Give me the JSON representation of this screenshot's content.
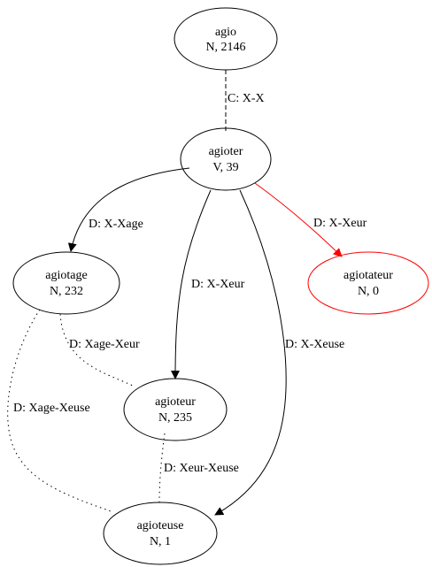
{
  "nodes": [
    {
      "id": "agio",
      "word": "agio",
      "info": "N, 2146",
      "color": "#000000"
    },
    {
      "id": "agioter",
      "word": "agioter",
      "info": "V, 39",
      "color": "#000000"
    },
    {
      "id": "agiotage",
      "word": "agiotage",
      "info": "N, 232",
      "color": "#000000"
    },
    {
      "id": "agiotateur",
      "word": "agiotateur",
      "info": "N, 0",
      "color": "#ff0000"
    },
    {
      "id": "agioteur",
      "word": "agioteur",
      "info": "N, 235",
      "color": "#000000"
    },
    {
      "id": "agioteuse",
      "word": "agioteuse",
      "info": "N, 1",
      "color": "#000000"
    }
  ],
  "edges": [
    {
      "id": "agio-agioter",
      "from": "agio",
      "to": "agioter",
      "label": "C: X-X",
      "style": "dashed",
      "color": "#000000",
      "arrow": false
    },
    {
      "id": "agioter-agiotage",
      "from": "agioter",
      "to": "agiotage",
      "label": "D: X-Xage",
      "style": "solid",
      "color": "#000000",
      "arrow": true
    },
    {
      "id": "agioter-agioteur",
      "from": "agioter",
      "to": "agioteur",
      "label": "D: X-Xeur",
      "style": "solid",
      "color": "#000000",
      "arrow": true
    },
    {
      "id": "agioter-agiotateur",
      "from": "agioter",
      "to": "agiotateur",
      "label": "D: X-Xeur",
      "style": "solid",
      "color": "#ff0000",
      "arrow": true
    },
    {
      "id": "agioter-agioteuse",
      "from": "agioter",
      "to": "agioteuse",
      "label": "D: X-Xeuse",
      "style": "solid",
      "color": "#000000",
      "arrow": true
    },
    {
      "id": "agiotage-agioteur",
      "from": "agiotage",
      "to": "agioteur",
      "label": "D: Xage-Xeur",
      "style": "dotted",
      "color": "#000000",
      "arrow": false
    },
    {
      "id": "agiotage-agioteuse",
      "from": "agiotage",
      "to": "agioteuse",
      "label": "D: Xage-Xeuse",
      "style": "dotted",
      "color": "#000000",
      "arrow": false
    },
    {
      "id": "agioteur-agioteuse",
      "from": "agioteur",
      "to": "agioteuse",
      "label": "D: Xeur-Xeuse",
      "style": "dotted",
      "color": "#000000",
      "arrow": false
    }
  ]
}
